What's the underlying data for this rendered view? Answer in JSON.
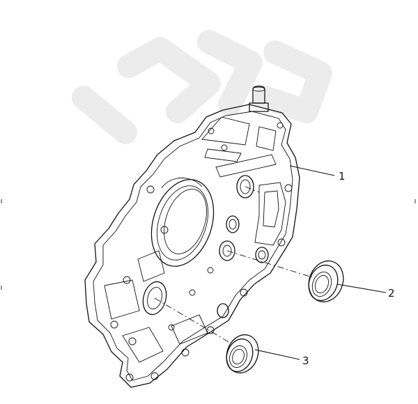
{
  "callouts": [
    {
      "id": "1",
      "label": "1"
    },
    {
      "id": "2",
      "label": "2"
    },
    {
      "id": "3",
      "label": "3"
    }
  ],
  "colors": {
    "line": "#111111",
    "background": "#ffffff",
    "watermark": "#ececec"
  }
}
